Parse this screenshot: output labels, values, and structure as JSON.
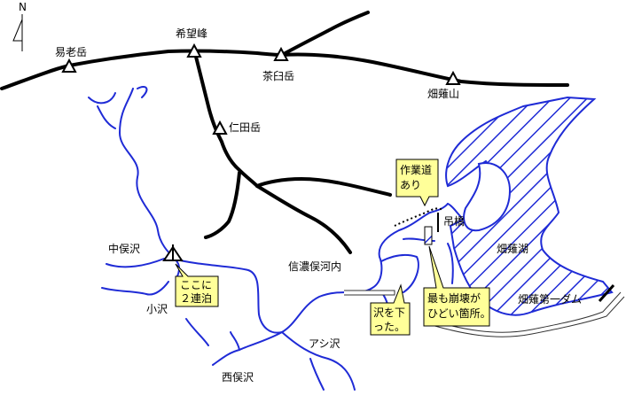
{
  "compass": {
    "north": "N"
  },
  "peaks": {
    "ekiro": "易老岳",
    "kibou": "希望峰",
    "chausu": "茶臼岳",
    "hatanagi": "畑薙山",
    "nitta": "仁田岳"
  },
  "rivers": {
    "nakamata": "中俣沢",
    "kosawa": "小沢",
    "shinano_matakochi": "信濃俣河内",
    "ashi": "アシ沢",
    "nishimata": "西俣沢"
  },
  "features": {
    "tsuribashi": "吊橋",
    "lake": "畑薙湖",
    "dam": "畑薙第一ダム"
  },
  "callouts": {
    "camp_line1": "ここに",
    "camp_line2": "２連泊",
    "road_line1": "作業道",
    "road_line2": "あり",
    "down_line1": "沢を下",
    "down_line2": "った。",
    "collapse_line1": "最も崩壊が",
    "collapse_line2": "ひどい箇所。"
  },
  "colors": {
    "river": "#1f2bd6",
    "callout": "#ffff99",
    "ridge": "#000000"
  }
}
